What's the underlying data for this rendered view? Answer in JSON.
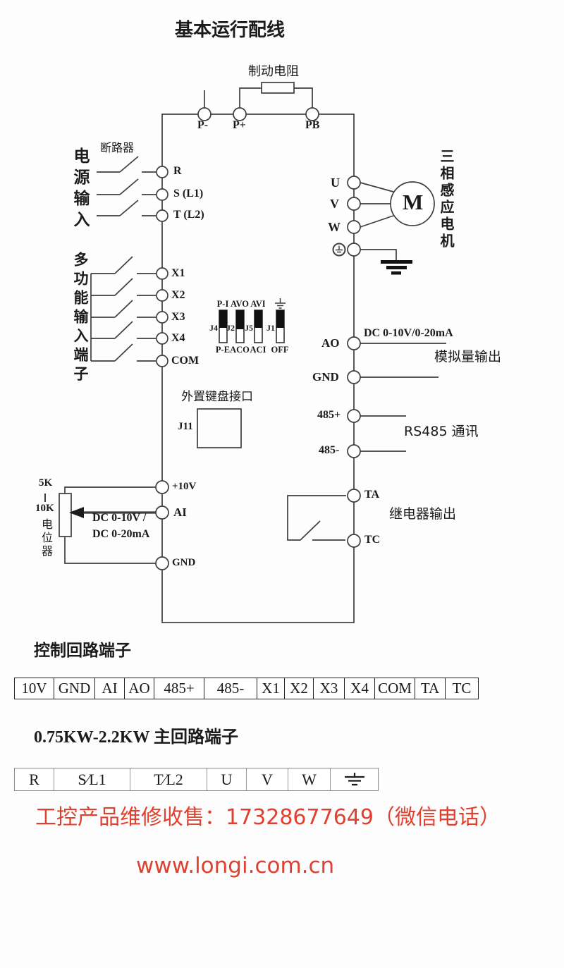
{
  "title": "基本运行配线",
  "colors": {
    "line": "#3e3e3e",
    "red": "#e1402e",
    "text": "#1b1b1b"
  },
  "top": {
    "resistor": "制动电阻",
    "p_minus": "P-",
    "p_plus": "P+",
    "pb": "PB"
  },
  "power": {
    "group": "电源输入",
    "breaker": "断路器",
    "r": "R",
    "s": "S (L1)",
    "t": "T (L2)"
  },
  "multi": {
    "group": "多功能输入端子",
    "x1": "X1",
    "x2": "X2",
    "x3": "X3",
    "x4": "X4",
    "com": "COM"
  },
  "jumpers": {
    "tops": [
      "P-I",
      "AVO",
      "AVI"
    ],
    "names": [
      "J4",
      "J2",
      "J5",
      "J1"
    ],
    "bottoms": [
      "P-E",
      "ACO",
      "ACI",
      "OFF"
    ]
  },
  "keypad": {
    "label": "外置键盘接口",
    "port": "J11"
  },
  "analog_in": {
    "p10": "+10V",
    "ai": "AI",
    "gnd": "GND",
    "spec1": "DC 0-10V /",
    "spec2": "DC 0-20mA",
    "pot_top": "5K",
    "pot_bottom": "10K",
    "pot_name": "电位器"
  },
  "motor": {
    "u": "U",
    "v": "V",
    "w": "W",
    "m": "M",
    "label": "三相感应电机"
  },
  "analog_out": {
    "ao": "AO",
    "spec": "DC 0-10V/0-20mA",
    "label": "模拟量输出",
    "gnd": "GND"
  },
  "rs485": {
    "plus": "485+",
    "minus": "485-",
    "label": "RS485 通讯"
  },
  "relay": {
    "ta": "TA",
    "tc": "TC",
    "label": "继电器输出"
  },
  "control_table": {
    "heading": "控制回路端子",
    "cells": [
      "10V",
      "GND",
      "AI",
      "AO",
      "485+",
      "485-",
      "X1",
      "X2",
      "X3",
      "X4",
      "COM",
      "TA",
      "TC"
    ]
  },
  "main_table": {
    "heading": "0.75KW-2.2KW 主回路端子",
    "cells": [
      "R",
      "S∕L1",
      "T∕L2",
      "U",
      "V",
      "W"
    ]
  },
  "footer": {
    "contact": "工控产品维修收售：17328677649（微信电话）",
    "website": "www.longi.com.cn"
  }
}
